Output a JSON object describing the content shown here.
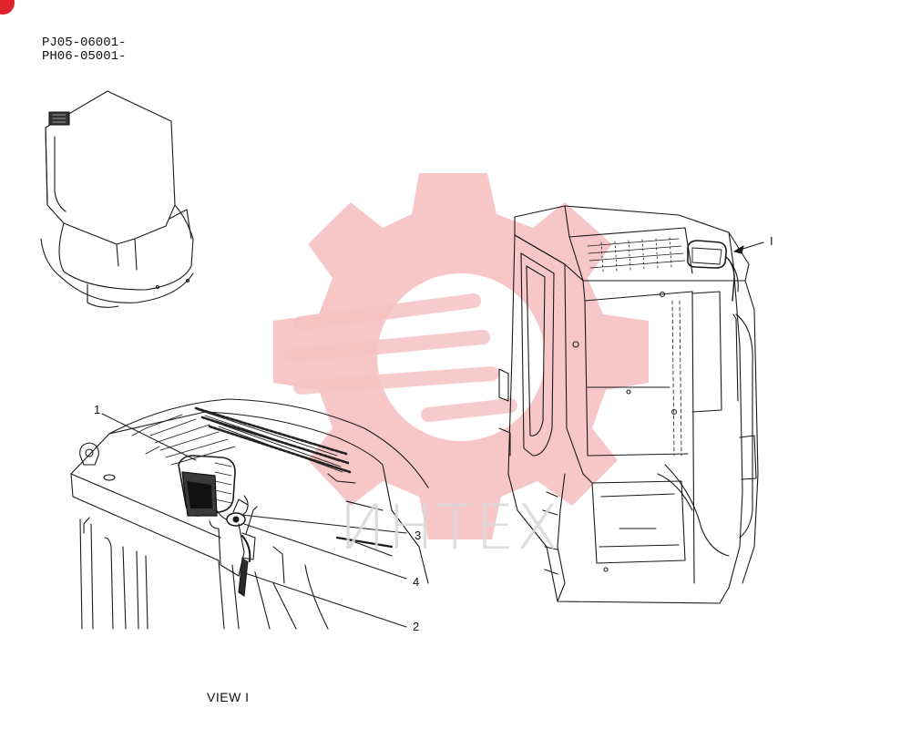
{
  "serials": [
    "PJ05-06001-",
    "PH06-05001-"
  ],
  "view_label": "VIEW  I",
  "view_marker": "I",
  "callouts": [
    {
      "id": "1",
      "text": "1"
    },
    {
      "id": "2",
      "text": "2"
    },
    {
      "id": "3",
      "text": "3"
    },
    {
      "id": "4",
      "text": "4"
    }
  ],
  "watermark": {
    "text": "ИНТЕХ",
    "color": "#f2a9a9",
    "icon": "gear-logo-icon"
  },
  "colors": {
    "line": "#1a1a1a",
    "corner_badge": "#e0232b"
  }
}
